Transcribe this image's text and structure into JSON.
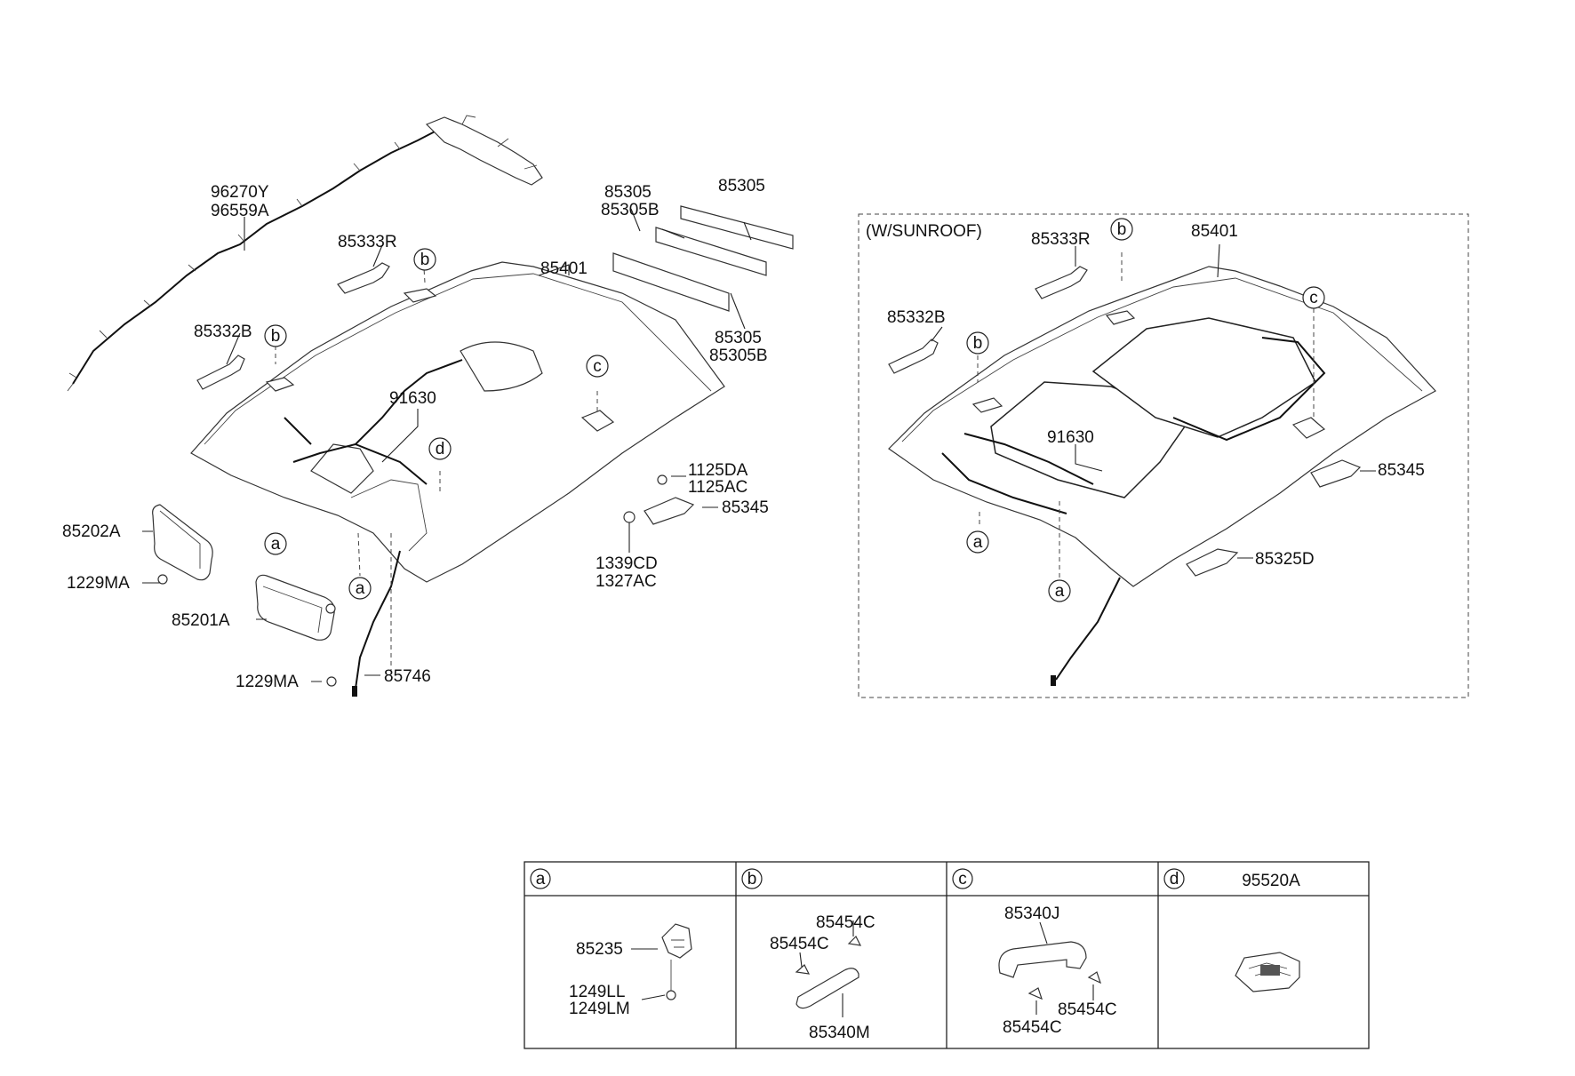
{
  "main_diagram": {
    "labels": {
      "harness_a": "96270Y",
      "harness_b": "96559A",
      "bracket_r": "85333R",
      "bracket_b": "85332B",
      "strip_l1": "85305",
      "strip_l2": "85305B",
      "strip_top": "85305",
      "strip_b1": "85305",
      "strip_b2": "85305B",
      "headlining": "85401",
      "wiring": "91630",
      "bolt_1": "1125DA",
      "bolt_2": "1125AC",
      "bracket_side": "85345",
      "nut_1": "1339CD",
      "nut_2": "1327AC",
      "visor_right": "85202A",
      "screw_right": "1229MA",
      "visor_left": "85201A",
      "screw_left": "1229MA",
      "clip": "85746"
    },
    "callouts": [
      "a",
      "a",
      "b",
      "b",
      "c",
      "d"
    ]
  },
  "sunroof_diagram": {
    "title": "(W/SUNROOF)",
    "labels": {
      "bracket_r": "85333R",
      "headlining": "85401",
      "bracket_b": "85332B",
      "wiring": "91630",
      "bracket_side": "85345",
      "bracket_d": "85325D"
    },
    "callouts": [
      "a",
      "a",
      "b",
      "b",
      "c"
    ]
  },
  "detail_table": {
    "headers": [
      {
        "letter": "a",
        "part": ""
      },
      {
        "letter": "b",
        "part": ""
      },
      {
        "letter": "c",
        "part": ""
      },
      {
        "letter": "d",
        "part": "95520A"
      }
    ],
    "a": {
      "clip": "85235",
      "bolt_1": "1249LL",
      "bolt_2": "1249LM"
    },
    "b": {
      "cap_1": "85454C",
      "cap_2": "85454C",
      "handle": "85340M"
    },
    "c": {
      "handle": "85340J",
      "cap_1": "85454C",
      "cap_2": "85454C"
    }
  }
}
